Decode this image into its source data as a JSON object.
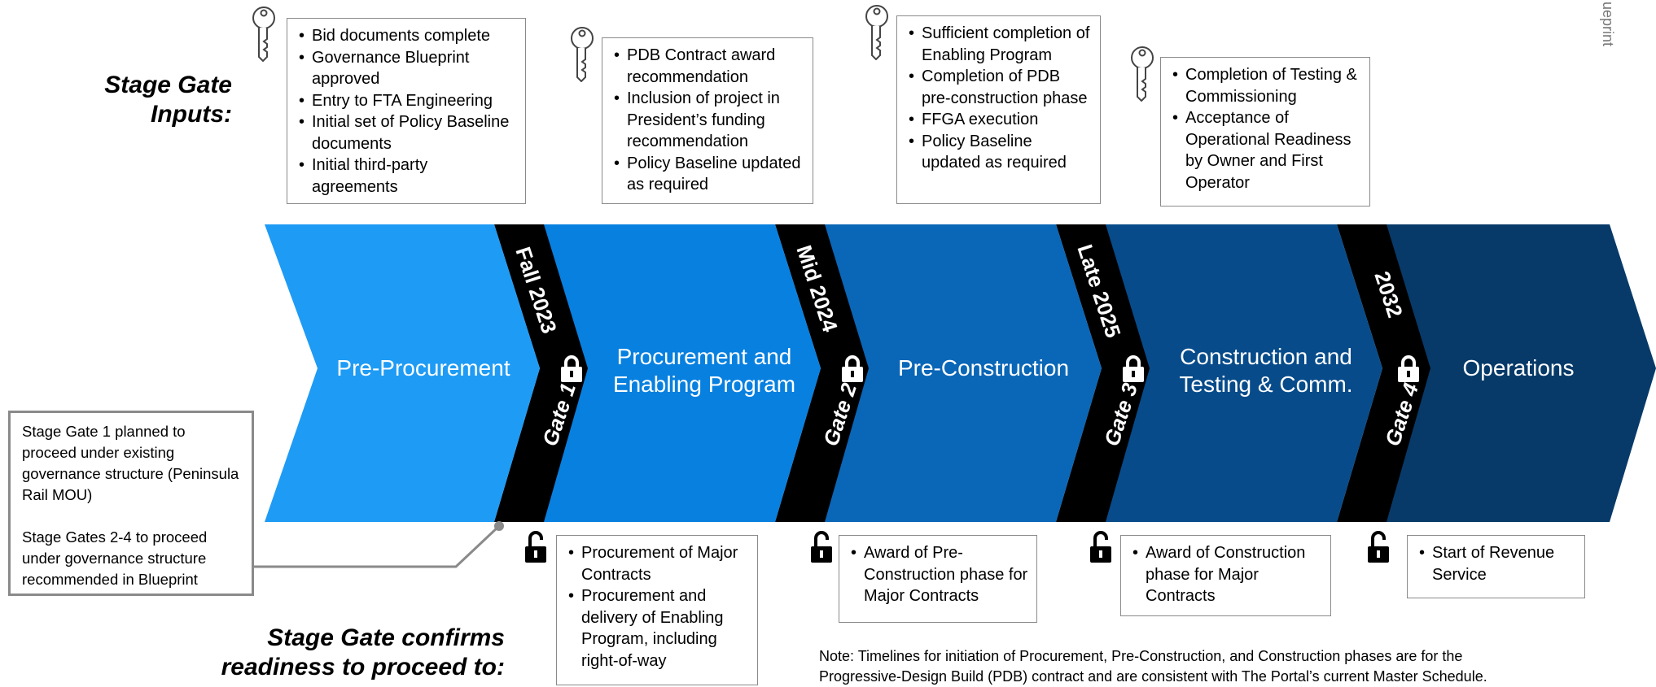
{
  "headings": {
    "inputs_line1": "Stage Gate",
    "inputs_line2": "Inputs:",
    "confirms_line1": "Stage Gate confirms",
    "confirms_line2": "readiness to proceed to:"
  },
  "stages": [
    {
      "label": "Pre-Procurement",
      "color": "#1e9bf5"
    },
    {
      "label_line1": "Procurement and",
      "label_line2": "Enabling Program",
      "color": "#0780e0"
    },
    {
      "label": "Pre-Construction",
      "color": "#0a66b7"
    },
    {
      "label_line1": "Construction and",
      "label_line2": "Testing & Comm.",
      "color": "#074b8a"
    },
    {
      "label": "Operations",
      "color": "#073a68"
    }
  ],
  "gates": [
    {
      "gate": "Gate 1",
      "date": "Fall 2023"
    },
    {
      "gate": "Gate 2",
      "date": "Mid 2024"
    },
    {
      "gate": "Gate 3",
      "date": "Late 2025"
    },
    {
      "gate": "Gate 4",
      "date": "2032"
    }
  ],
  "inputs": [
    [
      "Bid documents complete",
      "Governance Blueprint approved",
      "Entry to FTA Engineering",
      "Initial set of Policy Baseline documents",
      "Initial third-party agreements"
    ],
    [
      "PDB Contract award recommendation",
      "Inclusion of project in President’s funding recommendation",
      "Policy Baseline updated as required"
    ],
    [
      "Sufficient completion of Enabling Program",
      "Completion of PDB pre-construction phase",
      "FFGA execution",
      "Policy Baseline updated as required"
    ],
    [
      "Completion of Testing & Commissioning",
      "Acceptance of Operational Readiness by Owner and First Operator"
    ]
  ],
  "outputs": [
    [
      "Procurement of Major Contracts",
      "Procurement and delivery of Enabling Program, including right-of-way"
    ],
    [
      "Award of Pre-Construction phase for Major Contracts"
    ],
    [
      "Award of Construction phase for Major Contracts"
    ],
    [
      "Start of Revenue Service"
    ]
  ],
  "sidebox": {
    "para1": "Stage Gate 1 planned to proceed under existing governance structure (Peninsula Rail MOU)",
    "para2": "Stage Gates 2-4 to proceed under governance structure recommended in Blueprint"
  },
  "note": {
    "line1": "Note: Timelines for initiation of Procurement, Pre-Construction, and Construction phases are for the",
    "line2": "Progressive-Design Build (PDB) contract and are consistent with The Portal’s current Master Schedule."
  },
  "corner_text": "ueprint",
  "icons": {
    "input": "key-icon",
    "gate": "lock-closed-icon",
    "output": "lock-open-icon"
  },
  "colors": {
    "gate_band": "#000000",
    "box_border": "#8a8a8a"
  }
}
